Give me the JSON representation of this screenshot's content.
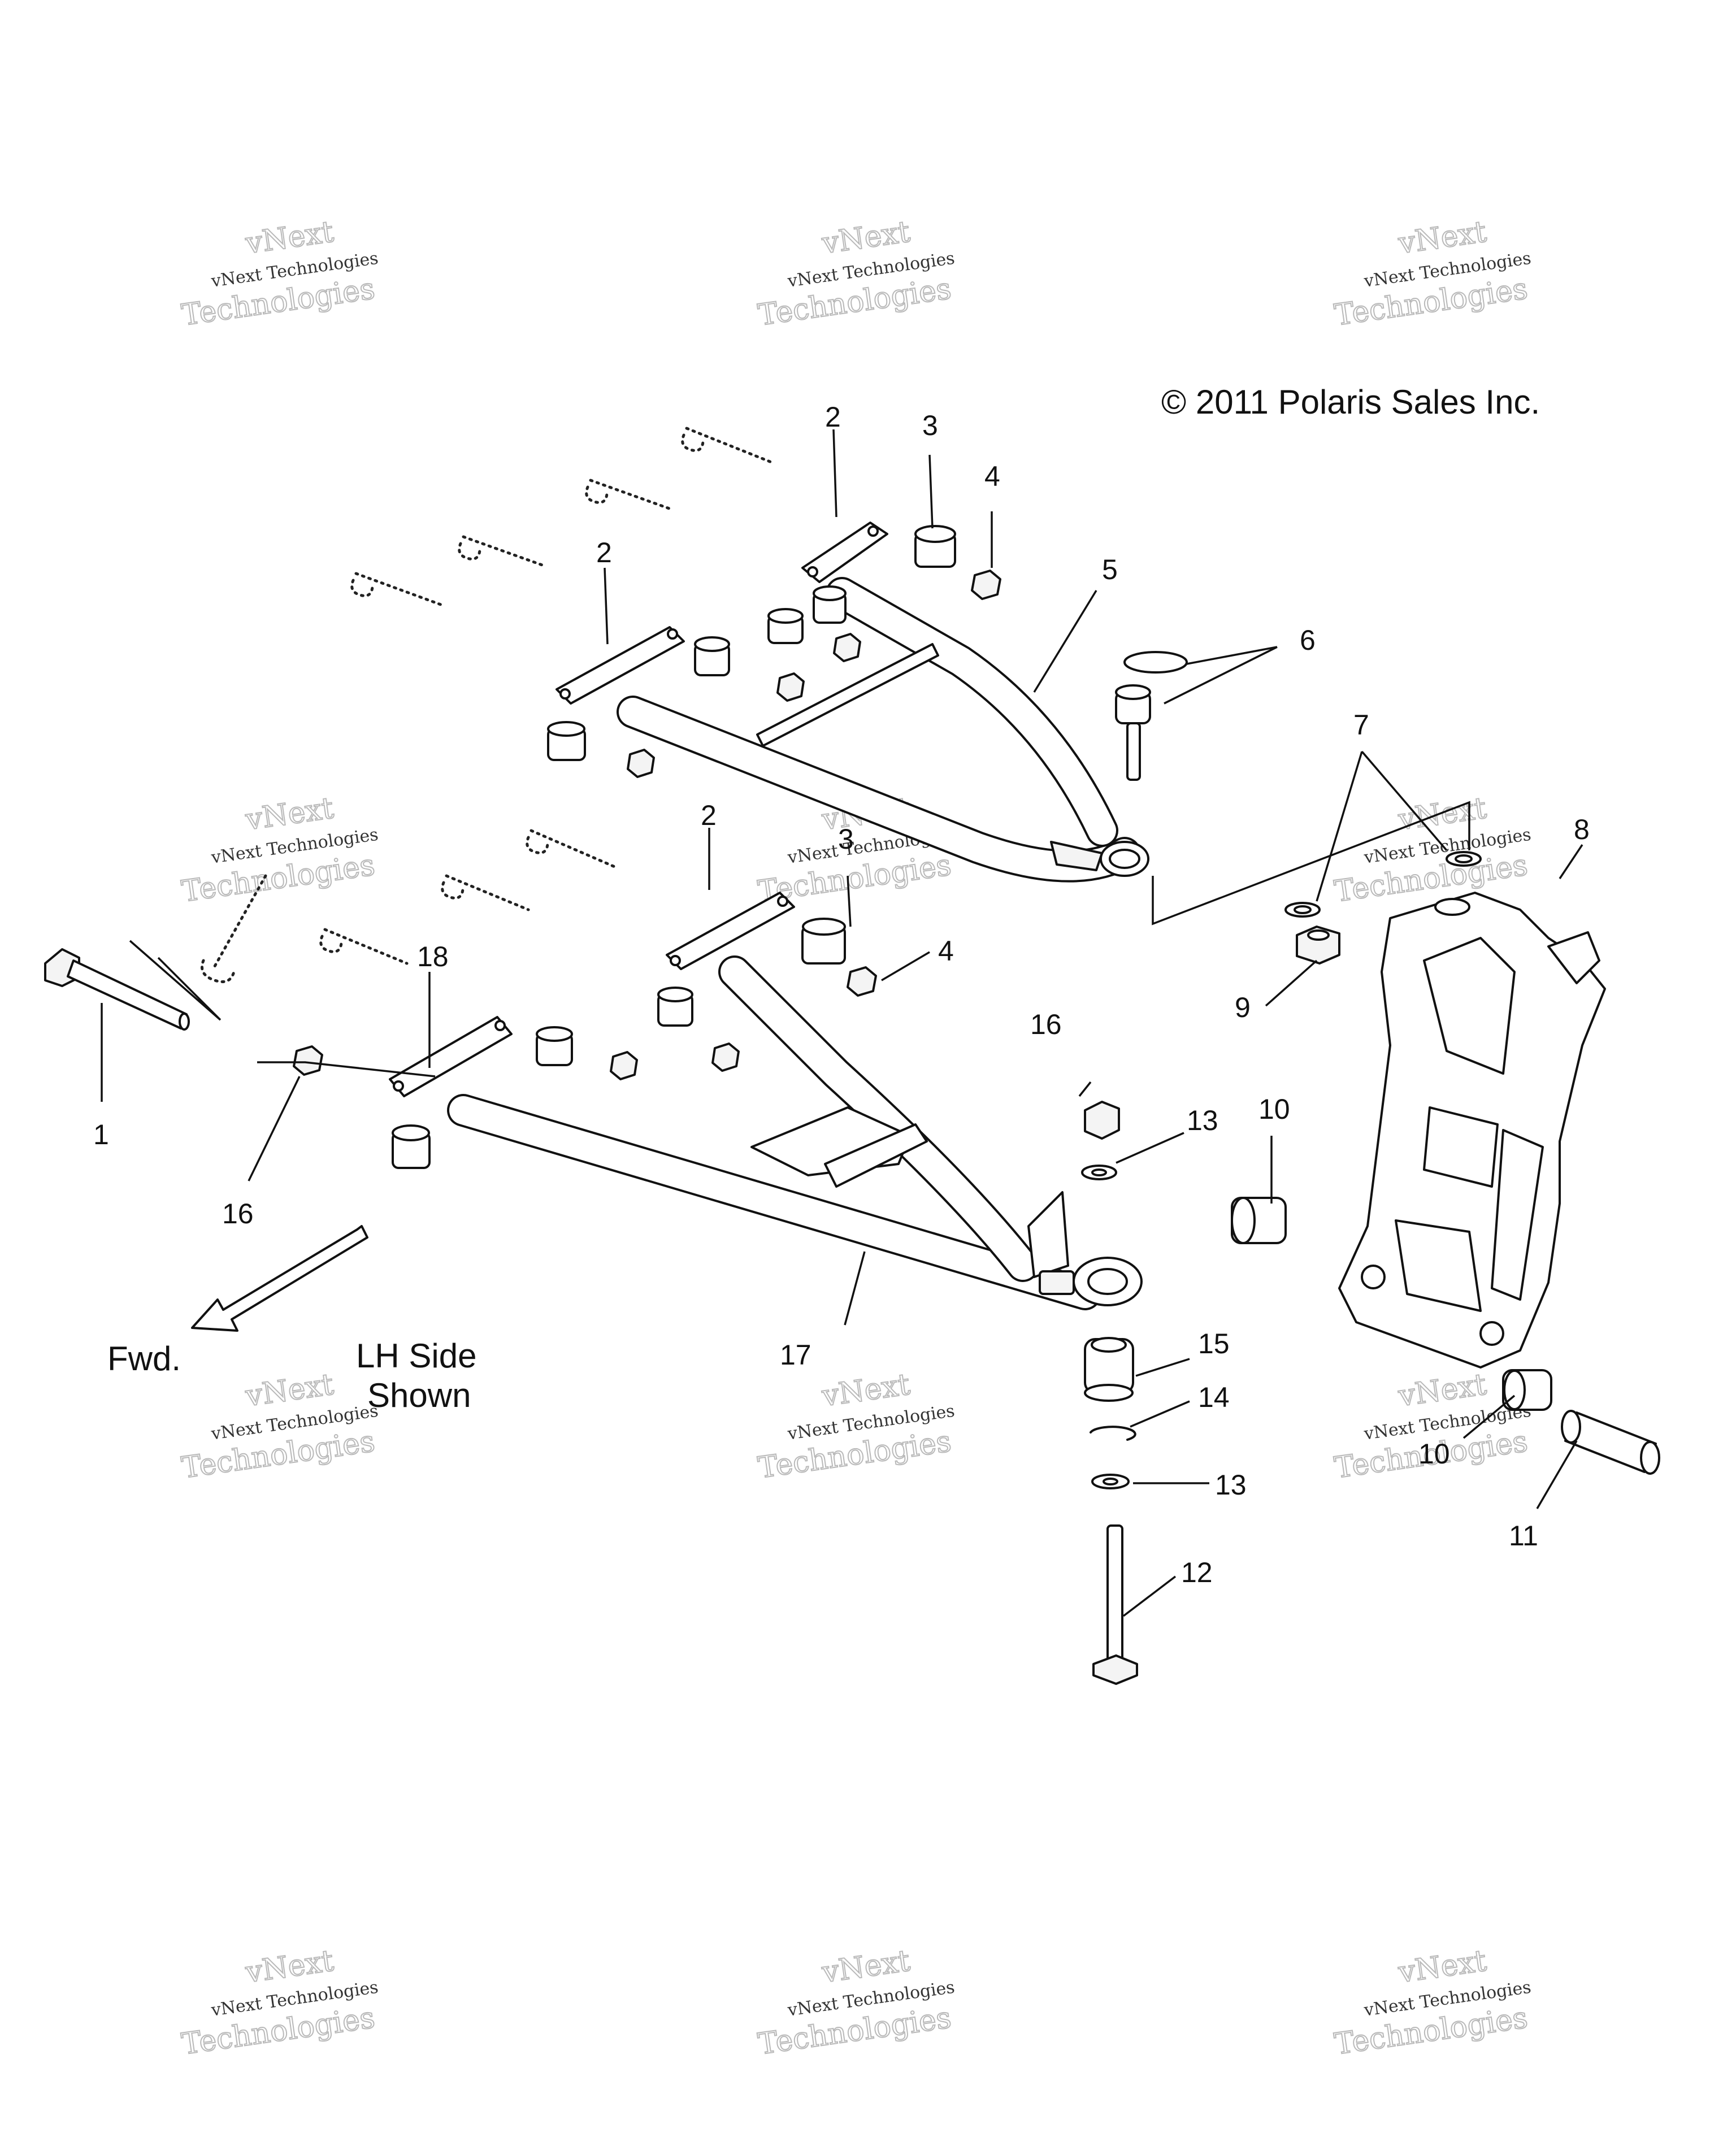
{
  "copyright": "© 2011 Polaris Sales Inc.",
  "notes": {
    "forward": "Fwd.",
    "side_line1": "LH Side",
    "side_line2": "Shown"
  },
  "watermark": {
    "line1": "vNext",
    "line2": "vNext Technologies",
    "line3": "Technologies"
  },
  "callouts": {
    "c1": "1",
    "c2a": "2",
    "c2b": "2",
    "c2c": "2",
    "c3a": "3",
    "c3b": "3",
    "c4a": "4",
    "c4b": "4",
    "c5": "5",
    "c6": "6",
    "c7": "7",
    "c8": "8",
    "c9": "9",
    "c10a": "10",
    "c10b": "10",
    "c11": "11",
    "c12": "12",
    "c13a": "13",
    "c13b": "13",
    "c14": "14",
    "c15": "15",
    "c16a": "16",
    "c16b": "16",
    "c17": "17",
    "c18": "18"
  }
}
